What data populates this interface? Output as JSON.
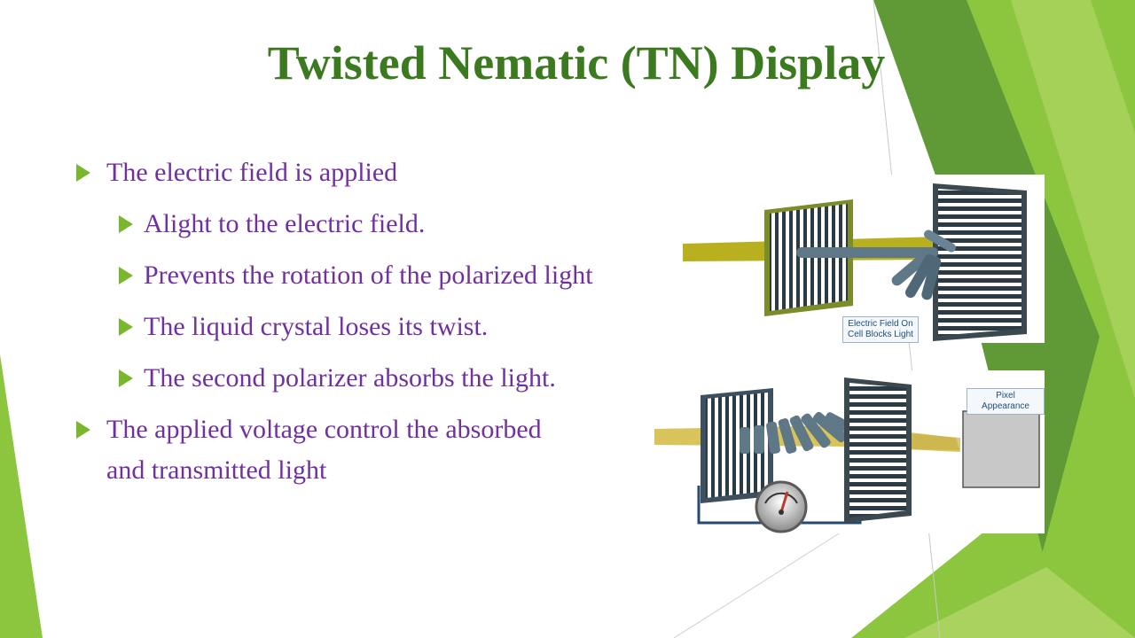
{
  "slide": {
    "title": "Twisted Nematic (TN) Display",
    "bullets": [
      {
        "level": 1,
        "text": "The electric field is applied"
      },
      {
        "level": 2,
        "text": "Alight to the electric field."
      },
      {
        "level": 2,
        "text": "Prevents the rotation of the polarized light"
      },
      {
        "level": 2,
        "text": "The liquid crystal loses its twist."
      },
      {
        "level": 2,
        "text": "The second polarizer absorbs the light."
      },
      {
        "level": 1,
        "text": "The applied voltage control the absorbed and transmitted light"
      }
    ]
  },
  "figure_top": {
    "caption_line1": "Electric Field On",
    "caption_line2": "Cell Blocks Light"
  },
  "figure_bottom": {
    "caption": "Pixel Appearance"
  },
  "colors": {
    "title": "#3b7a1f",
    "bullet_text": "#7030a0",
    "bullet_arrow": "#7ab62e",
    "accent_green": "#8cc63f",
    "dark_green": "#5a9a2a"
  },
  "icons": [
    "bullet-arrow-icon",
    "voltmeter-icon"
  ]
}
